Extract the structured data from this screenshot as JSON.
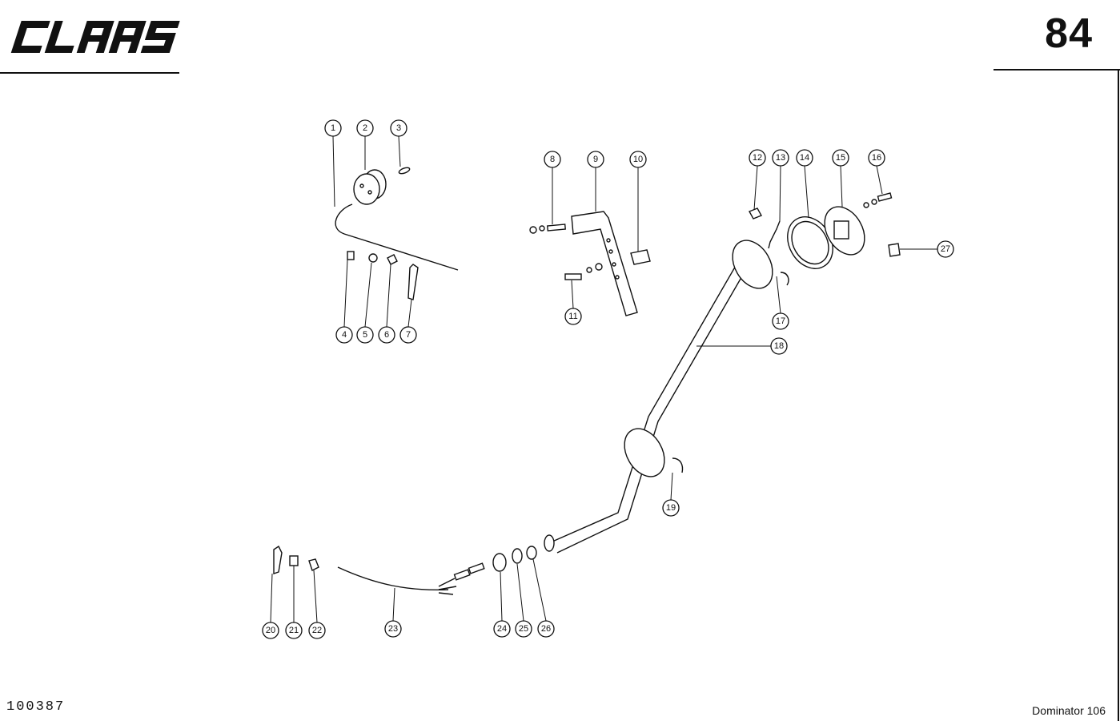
{
  "header": {
    "brand": "CLAAS",
    "page_number": "84"
  },
  "footer": {
    "drawing_number": "100387",
    "model": "Dominator 106"
  },
  "callouts": [
    "1",
    "2",
    "3",
    "4",
    "5",
    "6",
    "7",
    "8",
    "9",
    "10",
    "11",
    "12",
    "13",
    "14",
    "15",
    "16",
    "17",
    "18",
    "19",
    "20",
    "21",
    "22",
    "23",
    "24",
    "25",
    "26",
    "27"
  ],
  "icons": {
    "logo": "claas-logo"
  }
}
